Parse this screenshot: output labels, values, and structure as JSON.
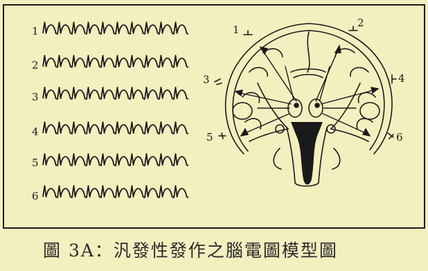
{
  "figure": {
    "caption": "圖 3A：汎發性發作之腦電圖模型圖",
    "trace_numbers": [
      "1",
      "2",
      "3",
      "4",
      "5",
      "6"
    ],
    "electrode_numbers": [
      "1",
      "2",
      "3",
      "4",
      "5",
      "6"
    ],
    "ink_color": "#1a1a1a",
    "paper_color": "#f3efbf"
  }
}
